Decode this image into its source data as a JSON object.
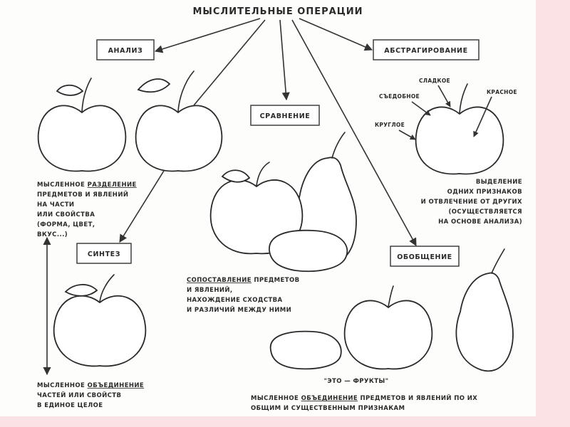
{
  "title": "МЫСЛИТЕЛЬНЫЕ ОПЕРАЦИИ",
  "boxes": {
    "analysis": "АНАЛИЗ",
    "abstraction": "АБСТРАГИРОВАНИЕ",
    "comparison": "СРАВНЕНИЕ",
    "synthesis": "СИНТЕЗ",
    "generalization": "ОБОБЩЕНИЕ"
  },
  "analysis_desc": {
    "l1_pre": "МЫСЛЕННОЕ ",
    "l1_u": "РАЗДЕЛЕНИЕ",
    "l2": "ПРЕДМЕТОВ И ЯВЛЕНИЙ",
    "l3": "НА ЧАСТИ",
    "l4": "ИЛИ СВОЙСТВА",
    "l5": "(ФОРМА, ЦВЕТ,",
    "l6": "ВКУС...)"
  },
  "abstraction_labels": {
    "sweet": "СЛАДКОЕ",
    "edible": "СЪЕДОБНОЕ",
    "red": "КРАСНОЕ",
    "round": "КРУГЛОЕ"
  },
  "abstraction_desc": {
    "l1": "ВЫДЕЛЕНИЕ",
    "l2": "ОДНИХ ПРИЗНАКОВ",
    "l3": "И ОТВЛЕЧЕНИЕ ОТ ДРУГИХ",
    "l4": "(ОСУЩЕСТВЛЯЕТСЯ",
    "l5": "НА ОСНОВЕ АНАЛИЗА)"
  },
  "comparison_desc": {
    "l1_u": "СОПОСТАВЛЕНИЕ",
    "l1_post": " ПРЕДМЕТОВ",
    "l2": "И ЯВЛЕНИЙ,",
    "l3": "НАХОЖДЕНИЕ СХОДСТВА",
    "l4": "И РАЗЛИЧИЙ МЕЖДУ НИМИ"
  },
  "synthesis_desc": {
    "l1_pre": "МЫСЛЕННОЕ ",
    "l1_u": "ОБЪЕДИНЕНИЕ",
    "l2": "ЧАСТЕЙ ИЛИ СВОЙСТВ",
    "l3": "В ЕДИНОЕ ЦЕЛОЕ"
  },
  "generalization_desc": {
    "quote": "\"ЭТО — ФРУКТЫ\"",
    "l1_pre": "МЫСЛЕННОЕ ",
    "l1_u": "ОБЪЕДИНЕНИЕ",
    "l1_post": " ПРЕДМЕТОВ И ЯВЛЕНИЙ ПО ИХ",
    "l2": "ОБЩИМ И СУЩЕСТВЕННЫМ ПРИЗНАКАМ"
  }
}
